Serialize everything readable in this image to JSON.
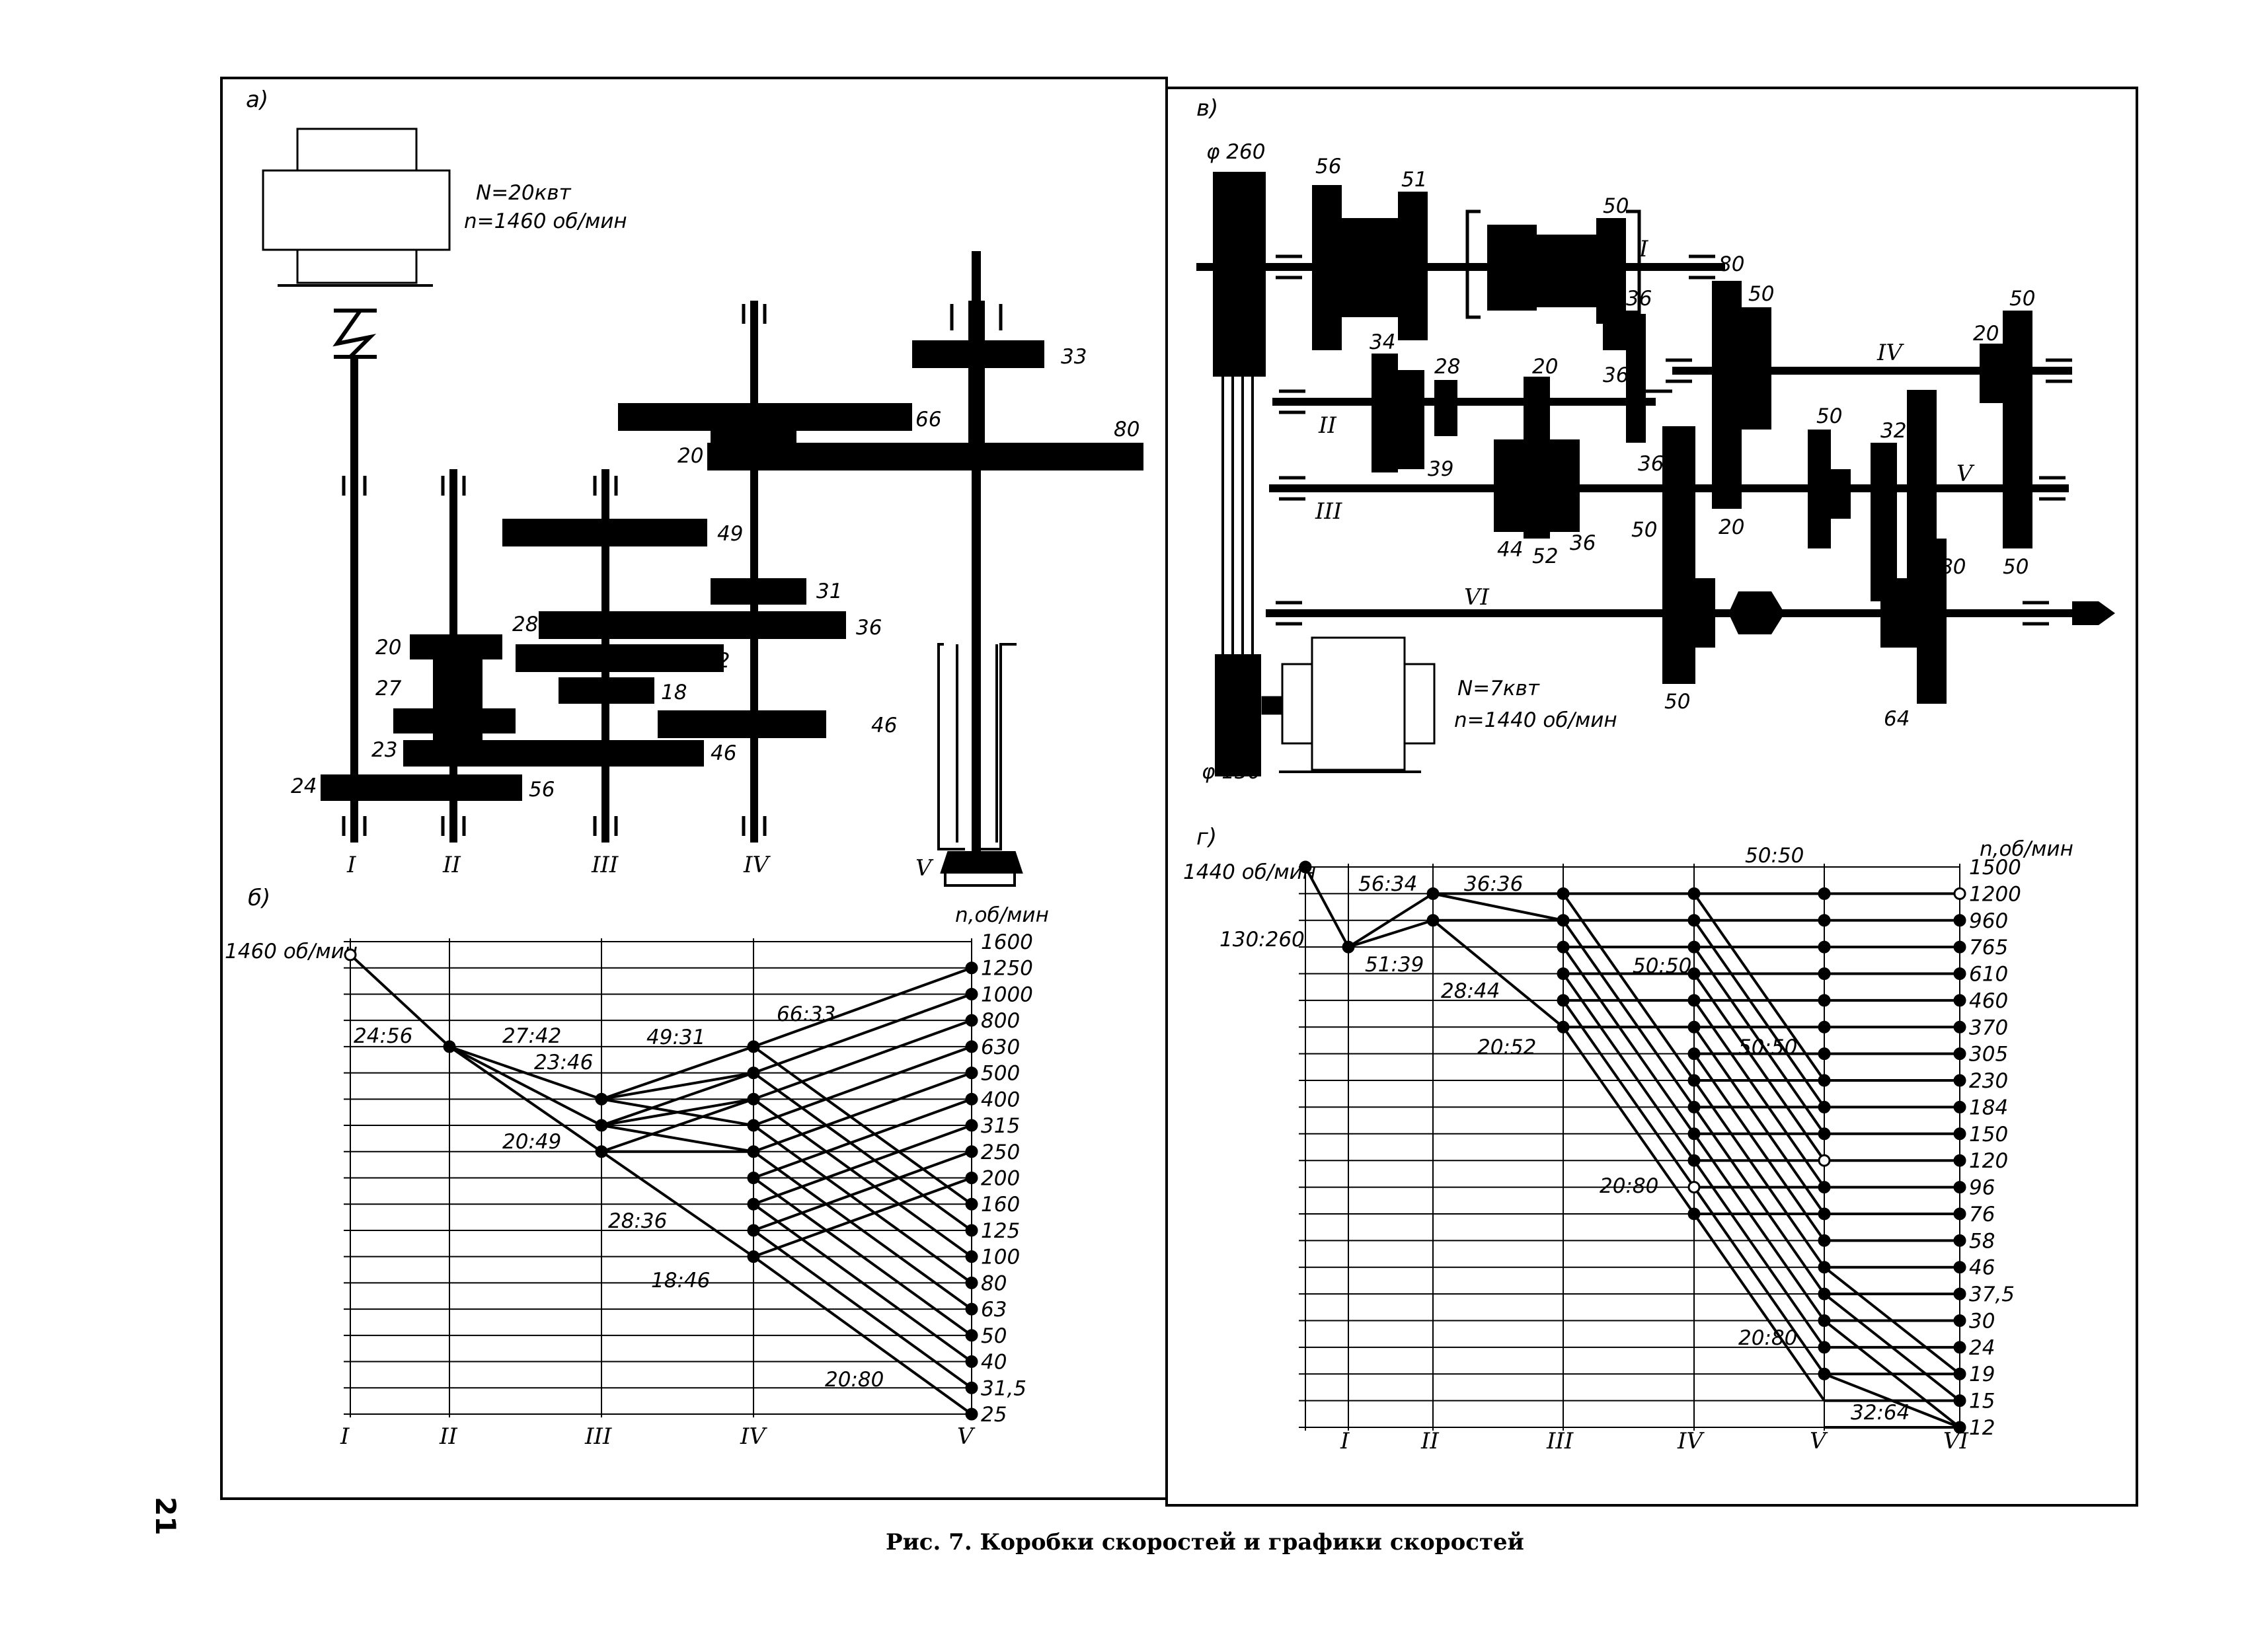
{
  "page_number": "21",
  "caption": "Рис. 7. Коробки скоростей и графики скоростей",
  "panel_a": {
    "tag": "а)",
    "motor": {
      "power": "N=20квт",
      "speed": "n=1460 об/мин"
    },
    "shaft_labels": [
      "I",
      "II",
      "III",
      "IV",
      "V"
    ],
    "gear_labels": [
      "33",
      "66",
      "80",
      "20",
      "49",
      "31",
      "28",
      "36",
      "42",
      "18",
      "46",
      "20",
      "27",
      "23",
      "46",
      "24",
      "56"
    ]
  },
  "panel_b": {
    "tag": "б)",
    "input_speed": "1460 об/мин",
    "axis_title": "n,об/мин",
    "speeds": [
      "1600",
      "1250",
      "1000",
      "800",
      "630",
      "500",
      "400",
      "315",
      "250",
      "200",
      "160",
      "125",
      "100",
      "80",
      "63",
      "50",
      "40",
      "31,5",
      "25"
    ],
    "shaft_labels": [
      "I",
      "II",
      "III",
      "IV",
      "V"
    ],
    "ratios": [
      "24:56",
      "27:42",
      "23:46",
      "49:31",
      "66:33",
      "20:49",
      "28:36",
      "18:46",
      "20:80"
    ]
  },
  "panel_v": {
    "tag": "в)",
    "pulley_top": "φ 260",
    "pulley_bottom": "φ 130",
    "motor": {
      "power": "N=7квт",
      "speed": "n=1440 об/мин"
    },
    "shaft_labels": [
      "I",
      "II",
      "III",
      "IV",
      "V",
      "VI"
    ],
    "gear_labels": [
      "56",
      "51",
      "50",
      "80",
      "50",
      "50",
      "36",
      "34",
      "28",
      "20",
      "36",
      "20",
      "50",
      "32",
      "39",
      "36",
      "44",
      "52",
      "36",
      "50",
      "20",
      "80",
      "50",
      "50",
      "64"
    ]
  },
  "panel_g": {
    "tag": "г)",
    "input_speed": "1440 об/мин",
    "axis_title": "n,об/мин",
    "speeds": [
      "1500",
      "1200",
      "960",
      "765",
      "610",
      "460",
      "370",
      "305",
      "230",
      "184",
      "150",
      "120",
      "96",
      "76",
      "58",
      "46",
      "37,5",
      "30",
      "24",
      "19",
      "15",
      "12"
    ],
    "shaft_labels": [
      "I",
      "II",
      "III",
      "IV",
      "V",
      "VI"
    ],
    "ratios": [
      "56:34",
      "36:36",
      "50:50",
      "130:260",
      "51:39",
      "28:44",
      "50:50",
      "20:52",
      "50:50",
      "20:80",
      "20:80",
      "32:64"
    ]
  }
}
